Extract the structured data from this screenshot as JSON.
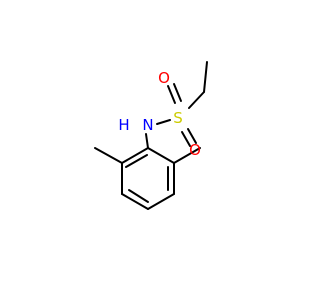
{
  "molecule": {
    "atoms": {
      "n": {
        "symbol": "N",
        "hydrogen": "H",
        "color": "#0000ff"
      },
      "s": {
        "symbol": "S",
        "color": "#cccc00"
      },
      "o_top": {
        "symbol": "O",
        "color": "#ff0000"
      },
      "o_bottom": {
        "symbol": "O",
        "color": "#ff0000"
      }
    },
    "bond_color": "#000000"
  }
}
